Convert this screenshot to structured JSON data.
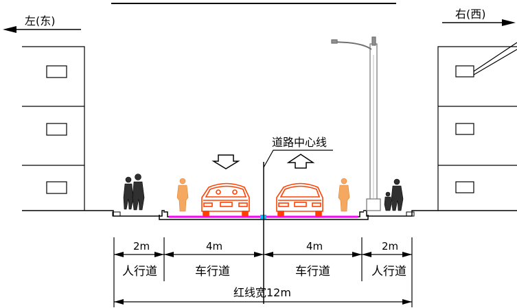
{
  "directions": {
    "left_label": "左(东)",
    "right_label": "右(西)"
  },
  "centerline_label": "道路中心线",
  "segments": [
    {
      "width_label": "2m",
      "name": "人行道"
    },
    {
      "width_label": "4m",
      "name": "车行道"
    },
    {
      "width_label": "4m",
      "name": "车行道"
    },
    {
      "width_label": "2m",
      "name": "人行道"
    }
  ],
  "total_label": "红线宽12m",
  "colors": {
    "line": "#000000",
    "vehicle": "#ff4000",
    "cyclist": "#f5a860",
    "lane_marking": "#ff00ff",
    "centerline_marker": "#00c0ff",
    "pole": "#707070",
    "pedestrian": "#202020"
  },
  "icons": {
    "direction_left": "arrow-left-icon",
    "direction_right": "arrow-right-icon",
    "traffic_down": "arrow-down-outline-icon",
    "traffic_up": "arrow-up-outline-icon"
  }
}
